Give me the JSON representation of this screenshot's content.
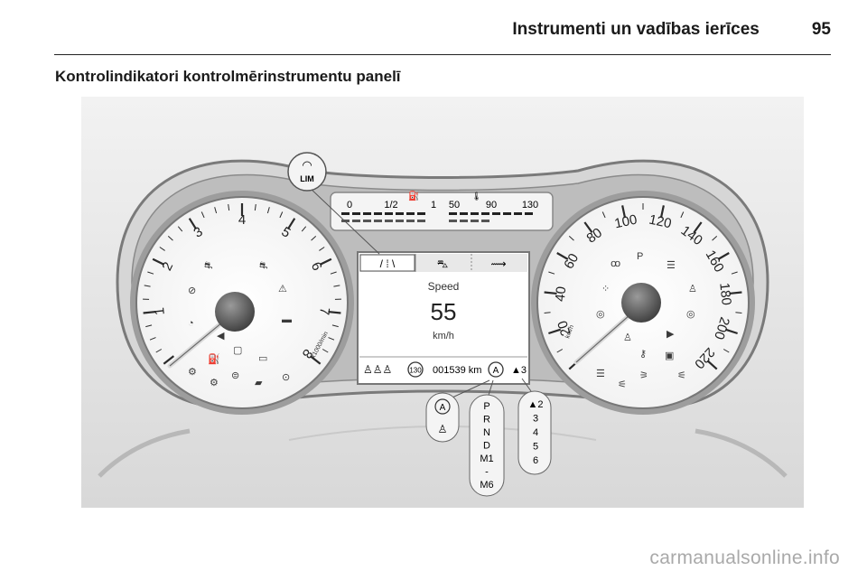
{
  "header": {
    "title": "Instrumenti un vadības ierīces",
    "page_number": "95"
  },
  "section": {
    "title": "Kontrolindikatori kontrolmērinstrumentu panelī"
  },
  "figure": {
    "tachometer": {
      "ticks": [
        "1",
        "2",
        "3",
        "4",
        "5",
        "6",
        "7",
        "8"
      ],
      "unit": "x1000/min"
    },
    "speedometer": {
      "ticks": [
        "20",
        "40",
        "60",
        "80",
        "100",
        "120",
        "140",
        "160",
        "180",
        "200",
        "220"
      ],
      "unit": "km/h"
    },
    "fuel_gauge": {
      "labels": [
        "0",
        "1/2",
        "1"
      ]
    },
    "temp_gauge": {
      "labels": [
        "50",
        "90",
        "130"
      ]
    },
    "display": {
      "speed_label": "Speed",
      "speed_value": "55",
      "speed_unit": "km/h",
      "speed_limit": "130",
      "odometer": "001539 km",
      "gear_mode": "A",
      "gear_value": "▲3"
    },
    "callouts": {
      "limiter": "LIM",
      "auto_stop": "A",
      "gear_positions": [
        "P",
        "R",
        "N",
        "D",
        "M1",
        "-",
        "M6"
      ],
      "gear_numbers": [
        "▲2",
        "3",
        "4",
        "5",
        "6"
      ]
    }
  },
  "footer": {
    "watermark": "carmanualsonline.info"
  },
  "icons": [
    "speed-limiter-icon",
    "lane-icon",
    "car-icon",
    "road-icon",
    "fuel-pump-icon",
    "thermometer-icon",
    "seatbelt-icon",
    "autostop-icon"
  ]
}
